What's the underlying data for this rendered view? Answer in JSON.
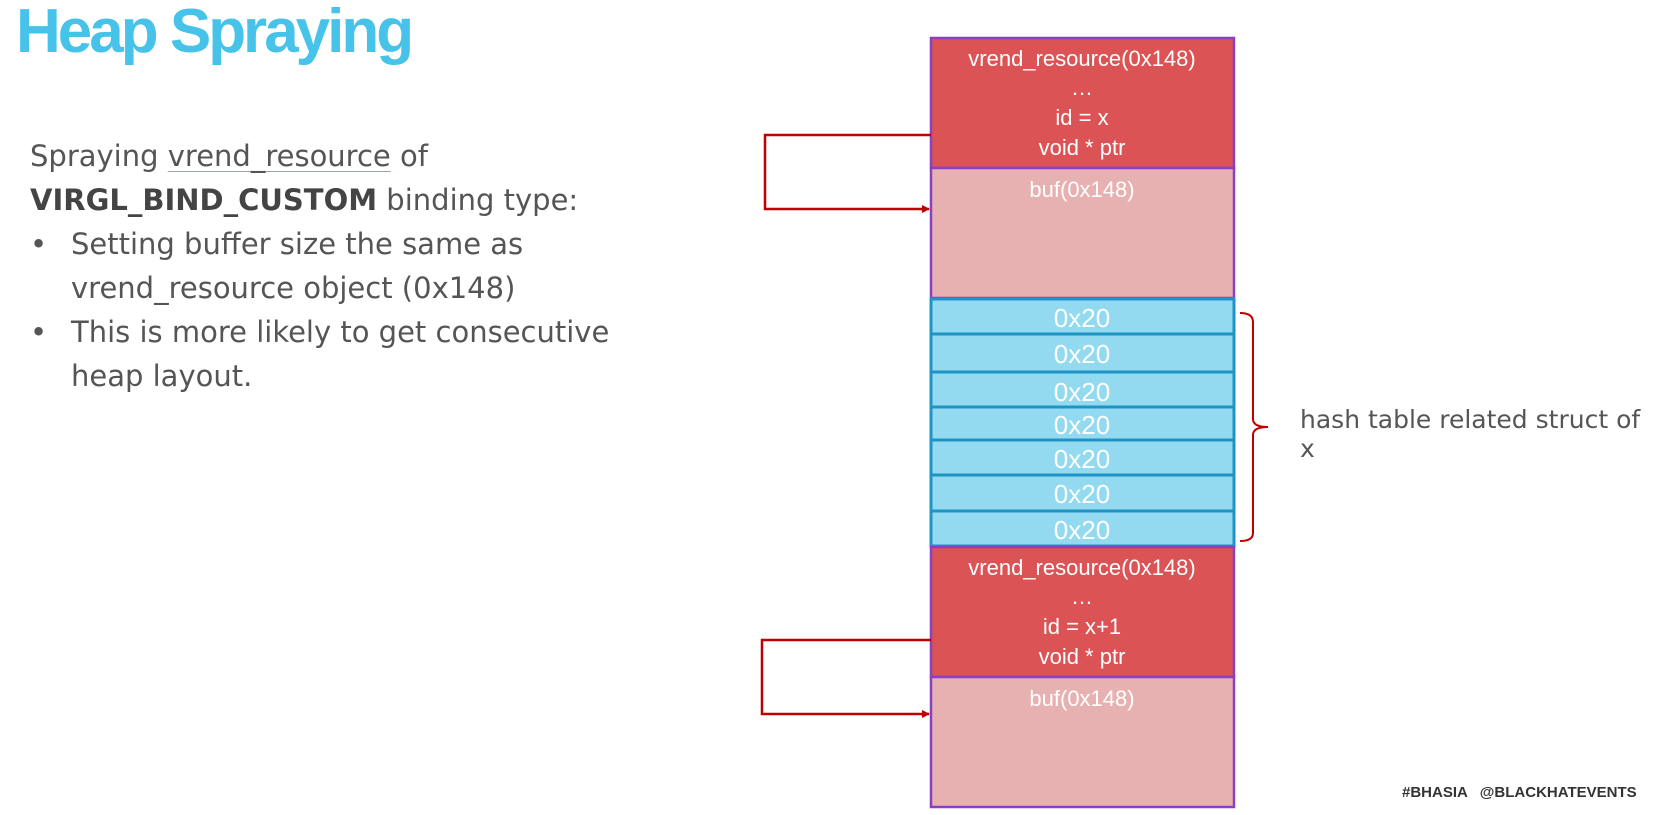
{
  "title": "Heap Spraying",
  "text": {
    "intro_prefix": "Spraying ",
    "intro_link": "vrend_resource",
    "intro_suffix": " of",
    "intro_bold": "VIRGL_BIND_CUSTOM",
    "intro_end": " binding type:",
    "bullets": [
      "Setting buffer size the same as vrend_resource object (0x148)",
      "This is more likely to get consecutive heap layout."
    ]
  },
  "diagram": {
    "resource1": {
      "lines": [
        "vrend_resource(0x148)",
        "…",
        "id = x",
        "void * ptr"
      ]
    },
    "buf1": "buf(0x148)",
    "hash_cells": [
      "0x20",
      "0x20",
      "0x20",
      "0x20",
      "0x20",
      "0x20",
      "0x20"
    ],
    "hash_label": "hash table related struct of x",
    "resource2": {
      "lines": [
        "vrend_resource(0x148)",
        "…",
        "id = x+1",
        "void * ptr"
      ]
    },
    "buf2": "buf(0x148)",
    "colors": {
      "resource": "#dc5355",
      "buf": "#e8b1b1",
      "hash_cell": "#93daf0",
      "hash_border": "#1e94c4",
      "outline": "#8b3fc4",
      "arrow": "#c00000"
    }
  },
  "footer": "#BHASIA   @BLACKHATEVENTS"
}
